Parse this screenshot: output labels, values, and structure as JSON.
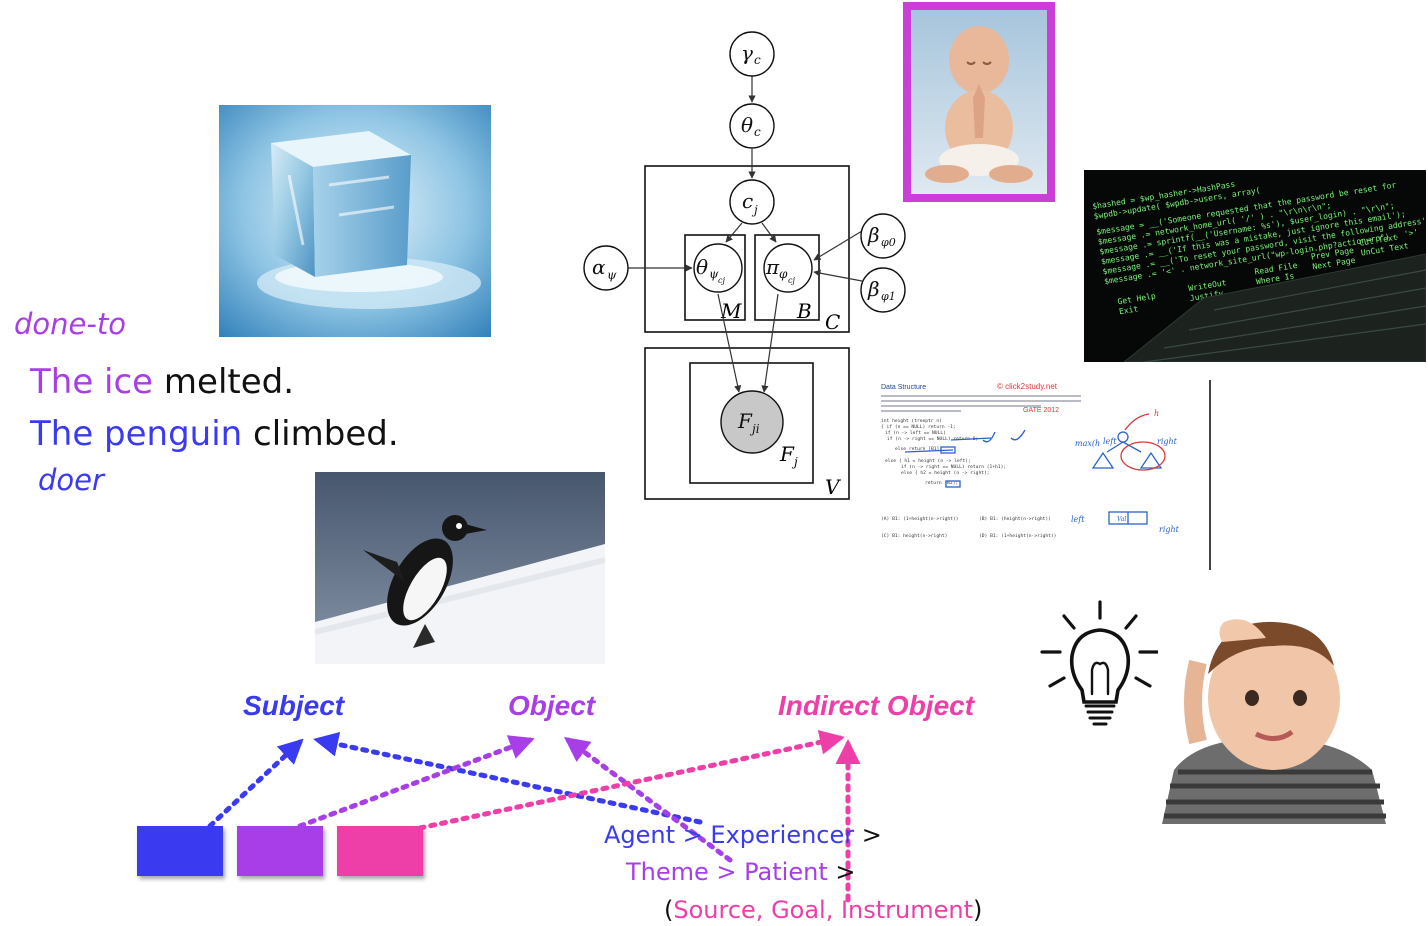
{
  "texts": {
    "done_to": "done-to",
    "doer": "doer",
    "sentence1": {
      "noun": "The ice",
      "verb": "melted."
    },
    "sentence2": {
      "noun": "The penguin",
      "verb": "climbed."
    },
    "subject": "Subject",
    "object": "Object",
    "indirect_object": "Indirect Object",
    "hierarchy_line1": {
      "a": "Agent",
      "sep1": " > ",
      "b": "Experiencer",
      "sep2": " >"
    },
    "hierarchy_line2": {
      "a": "Theme",
      "sep1": " > ",
      "b": "Patient",
      "sep2": " >"
    },
    "hierarchy_line3": {
      "open": "(",
      "a": "Source, Goal, Instrument",
      "close": ")"
    }
  },
  "graphical_model": {
    "nodes": {
      "gamma_c": "γ",
      "gamma_c_sub": "c",
      "theta_c": "θ",
      "theta_c_sub": "c",
      "c_j": "c",
      "c_j_sub": "j",
      "alpha_psi": "α",
      "alpha_psi_sub": "ψ",
      "theta_psi": "θ",
      "theta_psi_sub": "ψ",
      "theta_psi_subsub": "cj",
      "pi_phi": "π",
      "pi_phi_sub": "φ",
      "pi_phi_subsub": "cj",
      "beta_phi0": "β",
      "beta_phi0_sub": "φ0",
      "beta_phi1": "β",
      "beta_phi1_sub": "φ1",
      "f_ji": "F",
      "f_ji_sub": "ji"
    },
    "plates": {
      "m": "M",
      "b": "B",
      "c": "C",
      "fj": "F",
      "fj_sub": "j",
      "v": "V"
    }
  },
  "code_screenshot": {
    "lines": [
      "$hashed = $wp_hasher->HashPass",
      "$wpdb->update( $wpdb->users, array(",
      "$message = __('Someone requested that the password be reset for",
      "$message .= network_home_url( '/' ) . \"\\r\\n\\r\\n\";",
      "$message .= sprintf(__('Username: %s'), $user_login) . \"\\r\\n\";",
      "$message .= __('If this was a mistake, just ignore this email');",
      "$message .= __('To reset your password, visit the following address')",
      "$message .= '<' . network_site_url(\"wp-login.php?action=rp\") . '>'"
    ],
    "menu": [
      "Get Help",
      "Exit",
      "WriteOut",
      "Justify",
      "Read File",
      "Where Is",
      "Prev Page",
      "Next Page",
      "Cut Text",
      "UnCut Text"
    ]
  },
  "worksheet": {
    "header_left": "Data Structure",
    "header_right": "© click2study.net",
    "tag": "GATE 2012",
    "annotations": [
      "h",
      "max(h",
      "left",
      "right",
      "Val",
      "left",
      "right"
    ],
    "code": [
      "int height (treeptr n)",
      "{ if (n == NULL) return -1;",
      "  if (n -> left == NULL)",
      "    if (n -> right == NULL) return 0;",
      "    else return [B1];",
      "  else { h1 = height (n -> left);",
      "    if (n -> right == NULL) return (1+h1);",
      "    else { h2 = height (n -> right);",
      "      return [B2];"
    ],
    "choices": [
      "(A) B1: (1+height(n->right))",
      "(B) B1: (height(n->right))",
      "(C) B1: height(n->right)",
      "(D) B1: (1+height(n->right))"
    ]
  },
  "colors": {
    "blue": "#3a3af0",
    "purple": "#a83ee8",
    "pink": "#ee3ea8",
    "dark": "#111111",
    "frame": "#cc3fd6"
  }
}
